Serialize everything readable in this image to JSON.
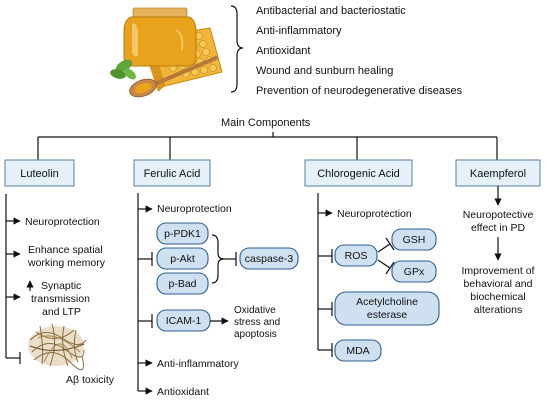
{
  "header": {
    "benefits": [
      "Antibacterial and bacteriostatic",
      "Anti-inflammatory",
      "Antioxidant",
      "Wound and sunburn healing",
      "Prevention of neurodegenerative diseases"
    ],
    "main_components": "Main Components"
  },
  "columns": {
    "luteolin": {
      "title": "Luteolin",
      "items": [
        "Neuroprotection",
        "Enhance spatial",
        "working memory",
        "Synaptic",
        "transmission",
        "and LTP"
      ],
      "toxicity": "Aβ toxicity"
    },
    "ferulic": {
      "title": "Ferulic Acid",
      "neuro": "Neuroprotection",
      "proteins": [
        "p-PDK1",
        "p-Akt",
        "p-Bad"
      ],
      "caspase": "caspase-3",
      "icam": "ICAM-1",
      "oxidative": [
        "Oxidative",
        "stress and",
        "apoptosis"
      ],
      "anti_inflammatory": "Anti-inflammatory",
      "antioxidant": "Antioxidant"
    },
    "chlorogenic": {
      "title": "Chlorogenic Acid",
      "neuro": "Neuroprotection",
      "ros": "ROS",
      "gsh": "GSH",
      "gpx": "GPx",
      "ache": [
        "Acetylcholine",
        "esterase"
      ],
      "mda": "MDA"
    },
    "kaempferol": {
      "title": "Kaempferol",
      "effect": [
        "Neuropotective",
        "effect in PD"
      ],
      "improvement": [
        "Improvement of",
        "behavioral and",
        "biochemical",
        "alterations"
      ]
    }
  },
  "colors": {
    "box_fill": "#e6f0f9",
    "box_stroke": "#5a7fa0",
    "pill_fill": "#cfe0f1",
    "pill_stroke": "#2f5f8f",
    "honey": "#e8a21c"
  }
}
